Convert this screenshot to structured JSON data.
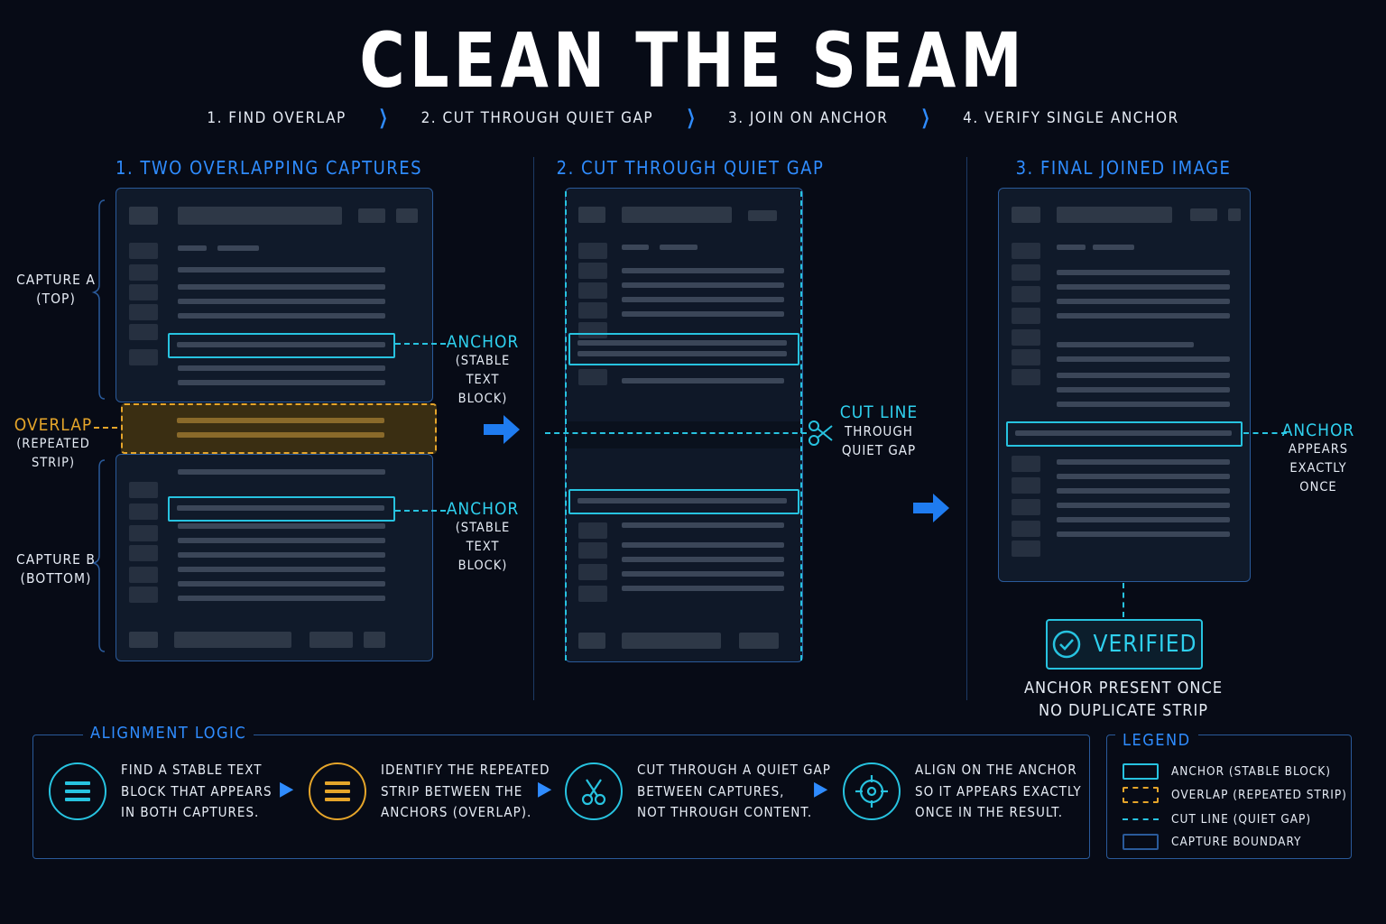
{
  "title": "CLEAN THE SEAM",
  "steps": [
    "1. FIND OVERLAP",
    "2. CUT THROUGH QUIET GAP",
    "3. JOIN ON ANCHOR",
    "4. VERIFY SINGLE ANCHOR"
  ],
  "columns": {
    "c1_title": "1. TWO OVERLAPPING CAPTURES",
    "c2_title": "2. CUT THROUGH QUIET GAP",
    "c3_title": "3. FINAL JOINED IMAGE"
  },
  "labels": {
    "capture_a": "CAPTURE A",
    "capture_a_sub": "(TOP)",
    "capture_b": "CAPTURE B",
    "capture_b_sub": "(BOTTOM)",
    "overlap": "OVERLAP",
    "overlap_sub1": "(REPEATED",
    "overlap_sub2": "STRIP)",
    "anchor": "ANCHOR",
    "anchor_sub1": "(STABLE TEXT",
    "anchor_sub2": "BLOCK)",
    "cut_line": "CUT LINE",
    "cut_sub1": "THROUGH",
    "cut_sub2": "QUIET GAP",
    "anchor_final": "ANCHOR",
    "anchor_final_sub1": "APPEARS",
    "anchor_final_sub2": "EXACTLY ONCE"
  },
  "verified": {
    "badge": "VERIFIED",
    "line1": "ANCHOR PRESENT ONCE",
    "line2": "NO DUPLICATE STRIP"
  },
  "alignment_logic": {
    "title": "ALIGNMENT LOGIC",
    "items": [
      {
        "icon": "list-icon",
        "lines": [
          "FIND A STABLE TEXT",
          "BLOCK THAT APPEARS",
          "IN BOTH CAPTURES."
        ]
      },
      {
        "icon": "list-icon",
        "lines": [
          "IDENTIFY THE REPEATED",
          "STRIP BETWEEN THE",
          "ANCHORS (OVERLAP)."
        ]
      },
      {
        "icon": "scissors-icon",
        "lines": [
          "CUT THROUGH A QUIET GAP",
          "BETWEEN CAPTURES,",
          "NOT THROUGH CONTENT."
        ]
      },
      {
        "icon": "crosshair-icon",
        "lines": [
          "ALIGN ON THE ANCHOR",
          "SO IT APPEARS EXACTLY",
          "ONCE IN THE RESULT."
        ]
      }
    ]
  },
  "legend": {
    "title": "LEGEND",
    "items": [
      "ANCHOR (STABLE BLOCK)",
      "OVERLAP (REPEATED STRIP)",
      "CUT LINE (QUIET GAP)",
      "CAPTURE BOUNDARY"
    ]
  },
  "colors": {
    "anchor": "#27c3e0",
    "overlap": "#e5a52a",
    "accent": "#2f8cff",
    "background": "#070b16"
  }
}
